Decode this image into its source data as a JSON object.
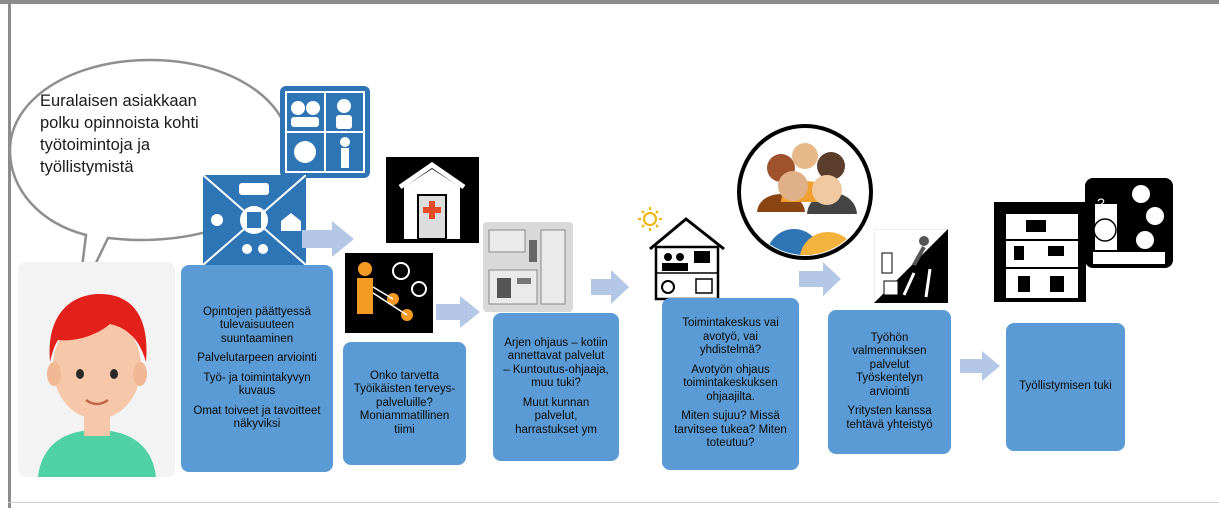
{
  "bubble": {
    "lines": [
      "Euralaisen asiakkaan",
      "polku opinnoista kohti",
      "työtoimintoja ja",
      "työllistymistä"
    ]
  },
  "steps": [
    {
      "lines": [
        "Opintojen päättyessä tulevaisuuteen suuntaaminen",
        "Palvelutarpeen arviointi",
        "Työ- ja toimintakyvyn kuvaus",
        "Omat toiveet ja tavoitteet näkyviksi"
      ]
    },
    {
      "lines": [
        "Onko tarvetta Työikäisten terveys-palveluille? Moniammatillinen tiimi"
      ]
    },
    {
      "lines": [
        "Arjen ohjaus – kotiin annettavat palvelut – Kuntoutus-ohjaaja, muu tuki?",
        "Muut kunnan palvelut, harrastukset ym"
      ]
    },
    {
      "lines": [
        "Toimintakeskus vai avotyö, vai yhdistelmä?",
        "Avotyön ohjaus toimintakeskuksen ohjaajilta.",
        "Miten sujuu? Missä tarvitsee tukea? Miten toteutuu?"
      ]
    },
    {
      "lines": [
        "Työhön valmennuksen palvelut Työskentelyn arviointi",
        "Yritysten kanssa tehtävä yhteistyö"
      ]
    },
    {
      "lines": [
        "Työllistymisen tuki"
      ]
    }
  ],
  "colors": {
    "box": "#5b9bd5",
    "arrow": "#b4c7e7",
    "icon_blue": "#2e75b6",
    "frame": "#8c8c8c"
  }
}
